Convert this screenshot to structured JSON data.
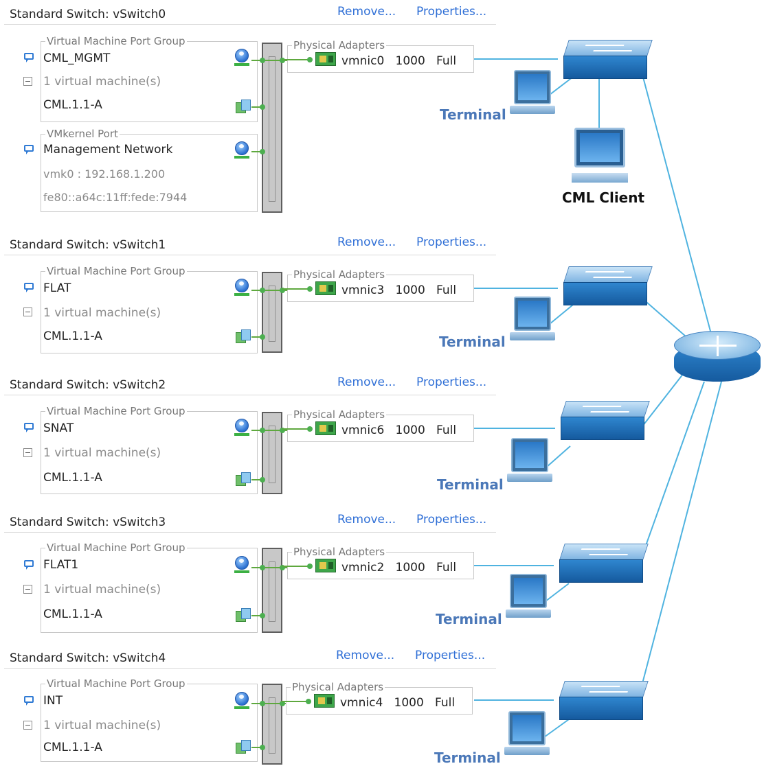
{
  "links": {
    "remove": "Remove...",
    "properties": "Properties..."
  },
  "legends": {
    "port_group": "Virtual Machine Port Group",
    "vmkernel_port": "VMkernel Port",
    "physical_adapters": "Physical Adapters"
  },
  "labels": {
    "terminal": "Terminal",
    "cml_client": "CML Client"
  },
  "switches": [
    {
      "title": "Standard Switch: vSwitch0",
      "port_group": "CML_MGMT",
      "vm_count": "1 virtual machine(s)",
      "vm": "CML.1.1-A",
      "vmkernel": {
        "name": "Management Network",
        "ipv4": "vmk0 : 192.168.1.200",
        "ipv6": "fe80::a64c:11ff:fede:7944"
      },
      "nic": "vmnic0",
      "speed": "1000",
      "duplex": "Full"
    },
    {
      "title": "Standard Switch: vSwitch1",
      "port_group": "FLAT",
      "vm_count": "1 virtual machine(s)",
      "vm": "CML.1.1-A",
      "nic": "vmnic3",
      "speed": "1000",
      "duplex": "Full"
    },
    {
      "title": "Standard Switch: vSwitch2",
      "port_group": "SNAT",
      "vm_count": "1 virtual machine(s)",
      "vm": "CML.1.1-A",
      "nic": "vmnic6",
      "speed": "1000",
      "duplex": "Full"
    },
    {
      "title": "Standard Switch: vSwitch3",
      "port_group": "FLAT1",
      "vm_count": "1 virtual machine(s)",
      "vm": "CML.1.1-A",
      "nic": "vmnic2",
      "speed": "1000",
      "duplex": "Full"
    },
    {
      "title": "Standard Switch: vSwitch4",
      "port_group": "INT",
      "vm_count": "1 virtual machine(s)",
      "vm": "CML.1.1-A",
      "nic": "vmnic4",
      "speed": "1000",
      "duplex": "Full"
    }
  ],
  "colors": {
    "link": "#2f6fd6",
    "cable": "#4fb3e0",
    "port_green": "#4caf50",
    "terminal_label": "#4b78b8"
  }
}
